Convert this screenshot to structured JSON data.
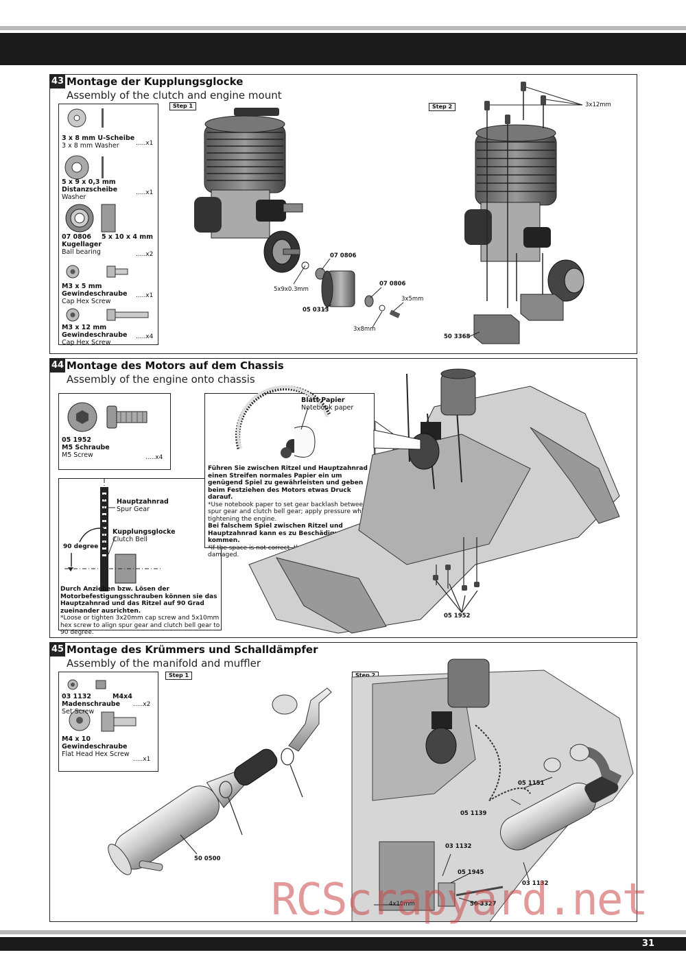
{
  "page_number": "31",
  "watermark": "RCScrapyard.net",
  "s43": {
    "num": "43",
    "title_de": "Montage der Kupplungsglocke",
    "title_en": "Assembly of the clutch and engine mount",
    "step1": "Step 1",
    "step2": "Step 2",
    "parts": [
      {
        "l1": "3 x 8 mm U-Scheibe",
        "l2": "3 x 8 mm Washer",
        "qty": ".....x1"
      },
      {
        "l1": "5 x 9 x 0,3 mm",
        "l1b": "Distanzscheibe",
        "l2": "Washer",
        "qty": ".....x1"
      },
      {
        "l1": "07 0806",
        "l1c": "5 x 10 x 4 mm",
        "l1b": "Kugellager",
        "l2": "Ball bearing",
        "qty": ".....x2"
      },
      {
        "l1": "M3 x 5 mm",
        "l1b": "Gewindeschraube",
        "l2": "Cap Hex Screw",
        "qty": ".....x1"
      },
      {
        "l1": "M3 x 12 mm",
        "l1b": "Gewindeschraube",
        "l2": "Cap Hex Screw",
        "qty": ".....x4"
      }
    ],
    "callouts": {
      "bearing_a": "07 0806",
      "washer": "5x9x0.3mm",
      "bearing_b": "07 0806",
      "screw5": "3x5mm",
      "bell": "05 0313",
      "washer8": "3x8mm",
      "screws12": "3x12mm",
      "mount": "50 3368"
    }
  },
  "s44": {
    "num": "44",
    "title_de": "Montage des Motors auf dem Chassis",
    "title_en": "Assembly of the engine onto chassis",
    "part": {
      "l1": "05 1952",
      "l1b": "M5 Schraube",
      "l2": "M5 Screw",
      "qty": ".....x4"
    },
    "paper_de": "Blatt Papier",
    "paper_en": "Notebook paper",
    "note_de1": "Führen Sie zwischen Ritzel und Hauptzahnrad einen Streifen normales Papier ein um genügend Spiel zu gewährleisten und geben beim Festziehen des Motors etwas Druck darauf.",
    "note_en1": "*Use notebook paper to set gear backlash between spur gear and clutch bell gear; apply pressure while tightening the engine.",
    "note_de2": "Bei falschem Spiel zwischen Ritzel und Hauptzahnrad kann es zu Beschädigungen kommen.",
    "note_en2": "*If the space is not correct ,the spur gear will be damaged.",
    "spur_de": "Hauptzahnrad",
    "spur_en": "Spur Gear",
    "clutch_de": "Kupplungsglocke",
    "clutch_en": "Clutch Bell",
    "degree": "90 degree",
    "align_de": "Durch Anziehen bzw. Lösen der Motorbefestigungsschrauben können sie das Hauptzahnrad und das Ritzel auf 90 Grad zueinander ausrichten.",
    "align_en": "*Loose or tighten 3x20mm cap screw and 5x10mm hex screw to align spur gear and clutch bell gear to 90 degree.",
    "callout_screw": "05 1952"
  },
  "s45": {
    "num": "45",
    "title_de": "Montage des Krümmers und Schalldämpfer",
    "title_en": "Assembly of the manifold and muffler",
    "step1": "Step 1",
    "step2": "Step 2",
    "parts": [
      {
        "l1": "03 1132",
        "l1c": "M4x4",
        "l1b": "Madenschraube",
        "l2": "Set Screw",
        "qty": ".....x2"
      },
      {
        "l1": "M4 x 10",
        "l1b": "Gewindeschraube",
        "l2": "Flat Head Hex Screw",
        "qty": ".....x1"
      }
    ],
    "callouts": {
      "muffler": "50 0500",
      "c1151": "05 1151",
      "c1139": "05 1139",
      "c1132a": "03 1132",
      "c1945": "05 1945",
      "c1132b": "03 1132",
      "screw": "4x10mm",
      "c3327": "50 3327"
    }
  }
}
